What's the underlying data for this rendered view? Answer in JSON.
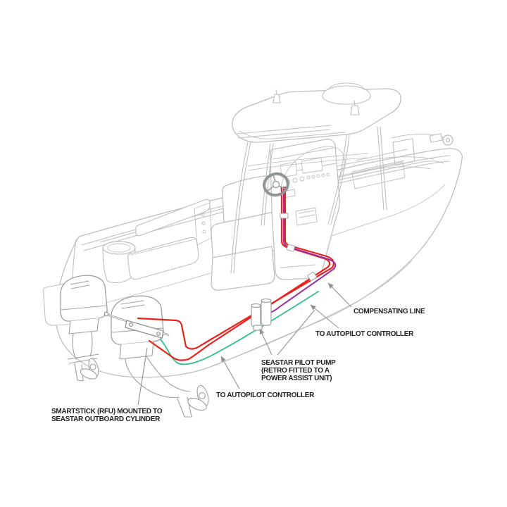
{
  "labels": {
    "compensating_line": {
      "text": "COMPENSATING LINE"
    },
    "autopilot_right": {
      "text": "TO AUTOPILOT CONTROLLER"
    },
    "seastar_pump": {
      "line1": "SEASTAR PILOT PUMP",
      "line2": "(RETRO FITTED TO A",
      "line3": "POWER ASSIST UNIT)"
    },
    "autopilot_bottom": {
      "text": "TO AUTOPILOT CONTROLLER"
    },
    "smartstick": {
      "line1": "SMARTSTICK (RFU) MOUNTED TO",
      "line2": "SEASTAR OUTBOARD CYLINDER"
    }
  },
  "colors": {
    "hose_red": "#e8231c",
    "compensating_purple": "#9b2f9e",
    "autopilot_green": "#2fbf8b",
    "line_art_gray": "#bcc0c2",
    "line_art_dark": "#9aa0a3",
    "leader_gray": "#8f9396",
    "label_text": "#231f20"
  }
}
